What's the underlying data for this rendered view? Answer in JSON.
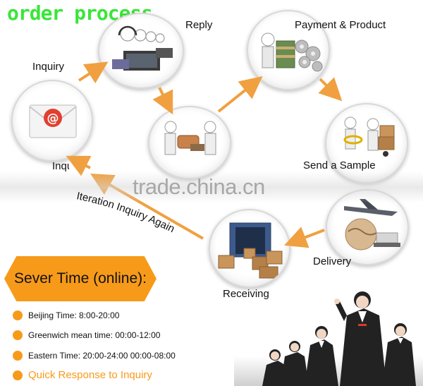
{
  "title": "order process",
  "steps": {
    "inquiry": "Inquiry",
    "reply": "Reply",
    "payment_product": "Payment & Product",
    "send_sample": "Send a Sample",
    "delivery": "Delivery",
    "receiving": "Receiving",
    "inquiry_again_fragment": "Inquiry",
    "iteration": "Iteration Inquiry Again"
  },
  "watermark": "trade.china.cn",
  "service": {
    "heading": "Sever Time (online):",
    "times": [
      "Beijing Time:  8:00-20:00",
      "Greenwich mean time: 00:00-12:00",
      "Eastern Time:  20:00-24:00  00:00-08:00"
    ],
    "quick": "Quick Response to Inquiry"
  },
  "colors": {
    "title": "#39e639",
    "accent": "#f79a1a",
    "arrow": "#f0a040",
    "watermark": "#9c9c9c"
  },
  "icons": {
    "inquiry": "email-envelope-icon",
    "reply": "call-center-icon",
    "payment": "money-gears-icon",
    "negotiation": "handshake-icon",
    "sample": "hand-truck-icon",
    "delivery": "airplane-globe-icon",
    "receiving": "container-boxes-icon"
  }
}
